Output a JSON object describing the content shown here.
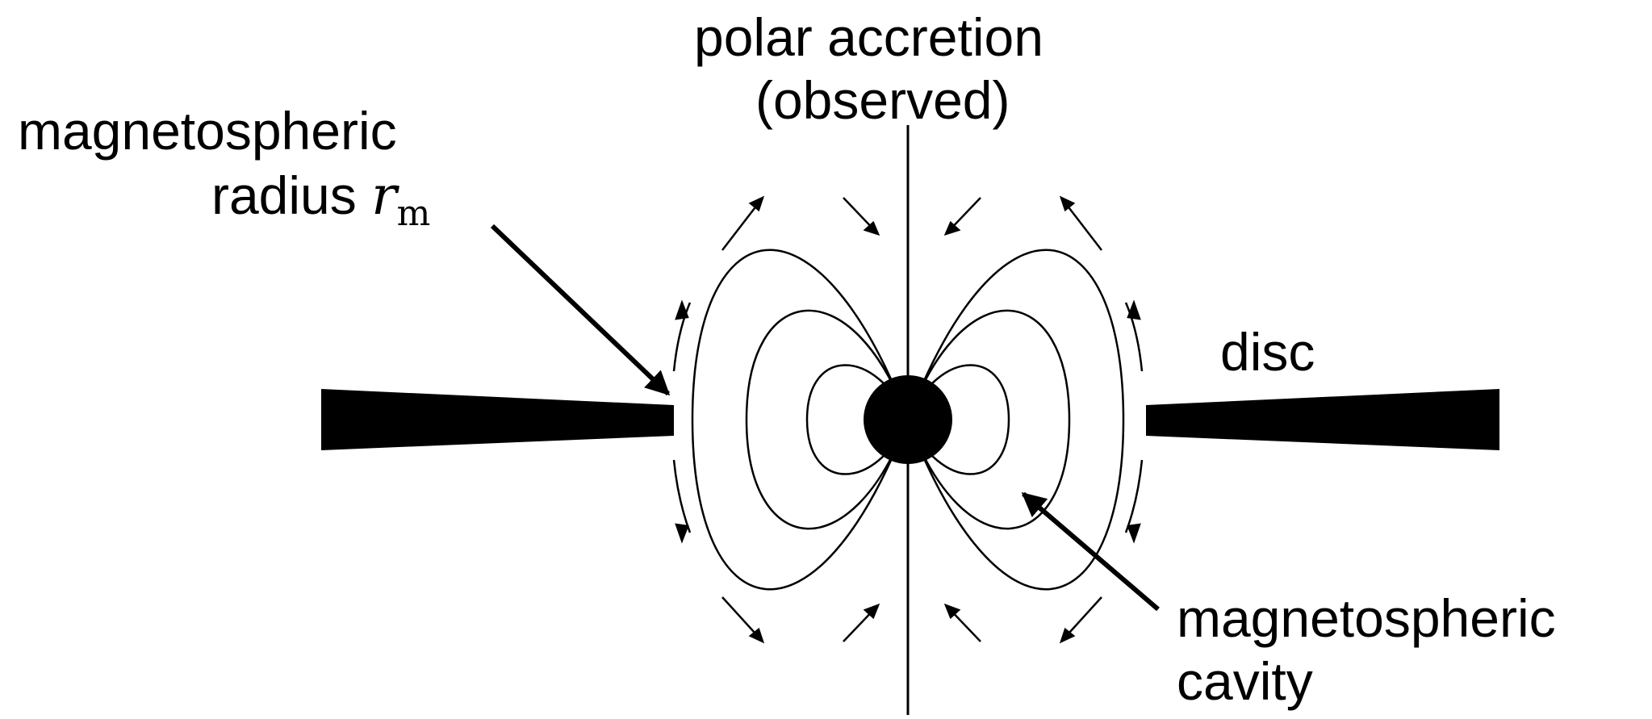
{
  "labels": {
    "polar_line1": "polar accretion",
    "polar_line2": "(observed)",
    "radius_line1": "magnetospheric",
    "radius_word": "radius",
    "radius_symbol": "r",
    "radius_subscript": "m",
    "disc": "disc",
    "cavity_line1": "magnetospheric",
    "cavity_line2": "cavity"
  },
  "colors": {
    "ink": "#000000",
    "background": "#ffffff"
  }
}
